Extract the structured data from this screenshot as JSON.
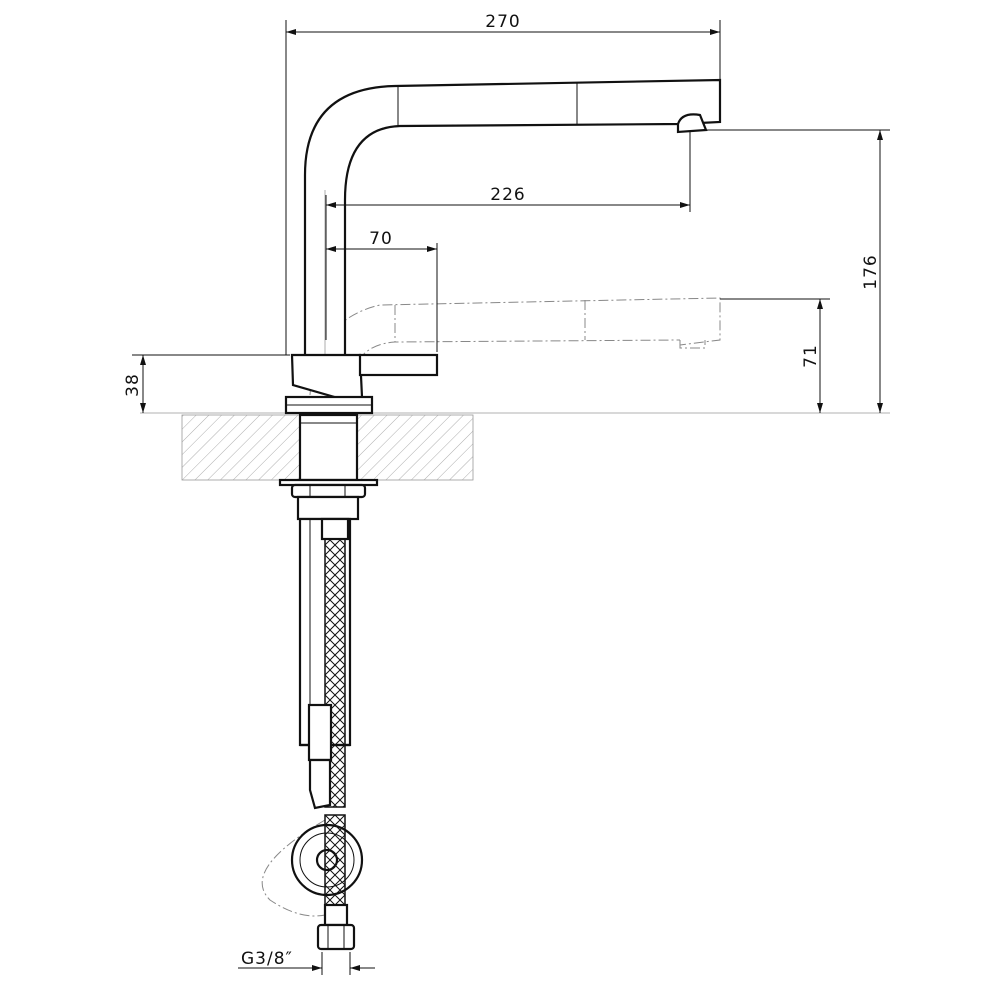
{
  "dimensions": {
    "total_reach": "270",
    "spout_reach": "226",
    "lever_offset": "70",
    "spout_height": "176",
    "pulled_height": "71",
    "base_height": "38",
    "connection_thread": "G3/8″"
  },
  "colors": {
    "line": "#111111",
    "hatch": "#999999",
    "background": "#ffffff"
  }
}
